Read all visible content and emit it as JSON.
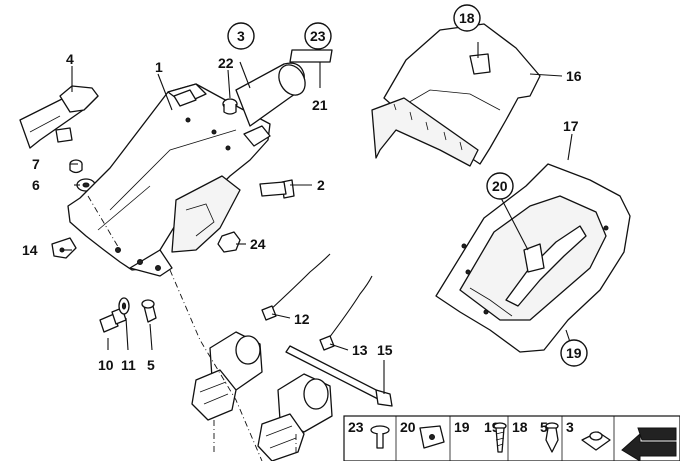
{
  "labels": {
    "l1": "1",
    "l2": "2",
    "l3": "3",
    "l4": "4",
    "l5": "5",
    "l6": "6",
    "l7": "7",
    "l10": "10",
    "l11": "11",
    "l12": "12",
    "l13": "13",
    "l14": "14",
    "l15": "15",
    "l16": "16",
    "l17": "17",
    "l18": "18",
    "l19": "19",
    "l20": "20",
    "l21": "21",
    "l22": "22",
    "l23": "23",
    "l24": "24"
  },
  "legend": {
    "items": [
      "23",
      "20",
      "19",
      "19",
      "18",
      "5",
      "3"
    ]
  }
}
